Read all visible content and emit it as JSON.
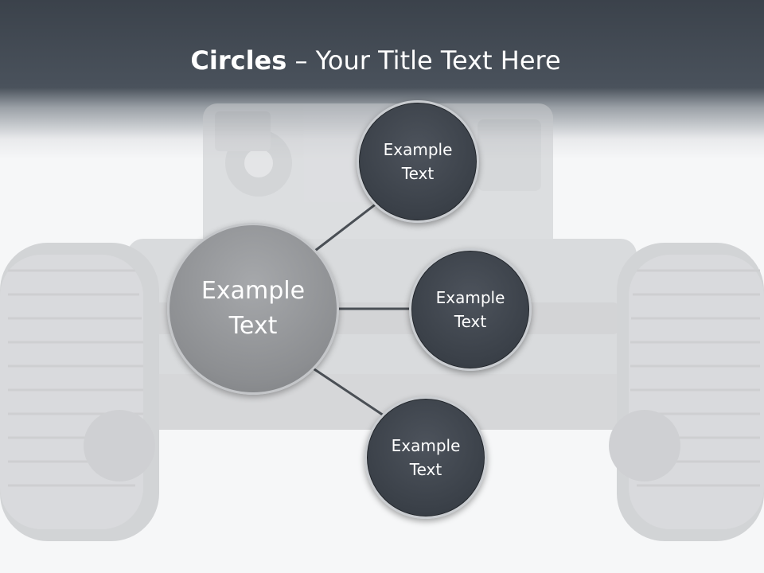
{
  "slide": {
    "title_bold": "Circles",
    "title_rest": " – Your Title Text Here"
  },
  "center_circle": {
    "label": "Example\nText"
  },
  "satellites": [
    {
      "label": "Example\nText"
    },
    {
      "label": "Example\nText"
    },
    {
      "label": "Example\nText"
    }
  ],
  "colors": {
    "header_dark": "#3b424b",
    "satellite_fill": "#3a4048",
    "center_fill": "#8c8e91",
    "connector": "#4a4f55"
  },
  "background": {
    "icon": "car-chassis-engine-wheels"
  }
}
